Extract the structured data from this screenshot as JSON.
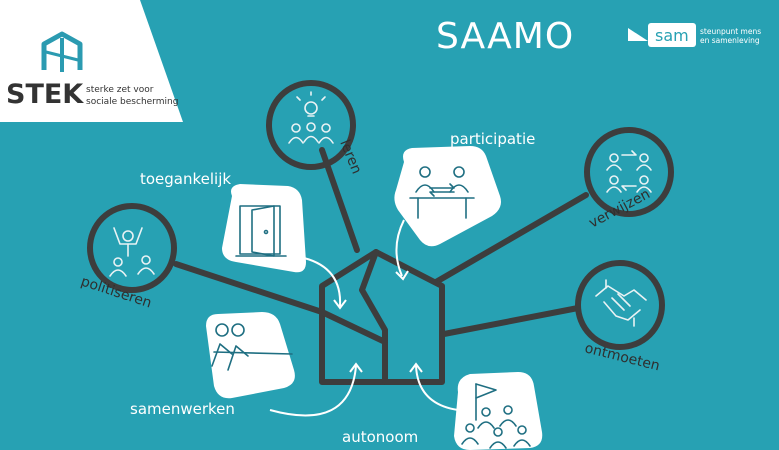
{
  "logos": {
    "stek_title": "STEK",
    "stek_tagline_1": "sterke zet voor",
    "stek_tagline_2": "sociale bescherming",
    "saamo": "SAAMO",
    "sam": "sam",
    "sam_tagline_1": "steunpunt mens",
    "sam_tagline_2": "en samenleving"
  },
  "labels": {
    "leren": "leren",
    "participatie": "participatie",
    "toegankelijk": "toegankelijk",
    "verwijzen": "verwijzen",
    "politiseren": "politiseren",
    "ontmoeten": "ontmoeten",
    "samenwerken": "samenwerken",
    "autonoom": "autonoom"
  },
  "colors": {
    "background": "#27a1b3",
    "dark": "#3d3d3d",
    "white": "#ffffff",
    "icon": "#1f6f82"
  },
  "icons": {
    "leren": "lightbulb-people-icon",
    "participatie": "table-people-icon",
    "toegankelijk": "open-door-icon",
    "verwijzen": "people-exchange-icon",
    "politiseren": "protest-people-icon",
    "ontmoeten": "handshake-icon",
    "samenwerken": "tug-of-war-icon",
    "autonoom": "flag-people-icon"
  }
}
